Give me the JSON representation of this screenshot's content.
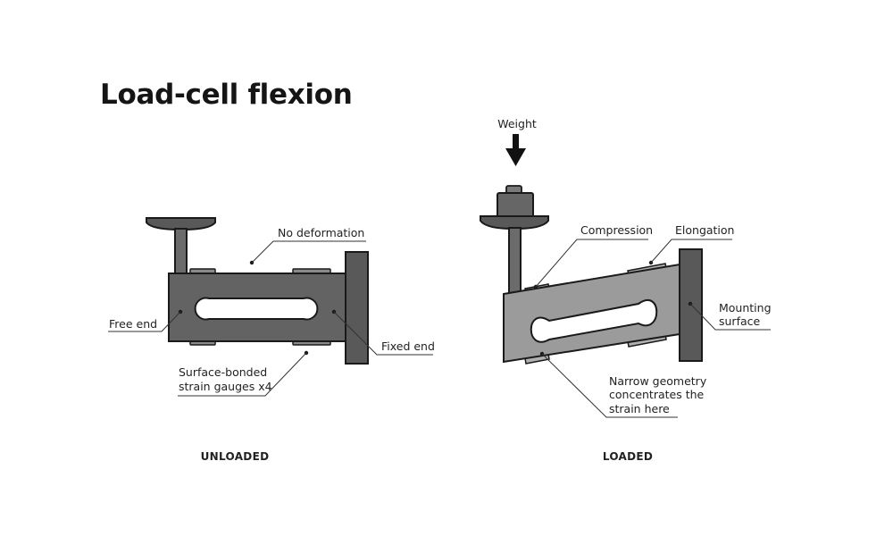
{
  "title": "Load-cell flexion",
  "unloaded": {
    "caption": "UNLOADED",
    "labels": {
      "no_deformation": "No deformation",
      "free_end": "Free end",
      "fixed_end": "Fixed end",
      "strain_gauges_line1": "Surface-bonded",
      "strain_gauges_line2": "strain gauges x4"
    }
  },
  "loaded": {
    "caption": "LOADED",
    "labels": {
      "weight": "Weight",
      "compression": "Compression",
      "elongation": "Elongation",
      "mounting_line1": "Mounting",
      "mounting_line2": "surface",
      "narrow_line1": "Narrow geometry",
      "narrow_line2": "concentrates the",
      "narrow_line3": "strain here"
    }
  },
  "colors": {
    "unloaded_body": "#636363",
    "loaded_body": "#9b9b9b",
    "plate": "#595959",
    "outline": "#1a1a1a",
    "leader": "#333333"
  }
}
